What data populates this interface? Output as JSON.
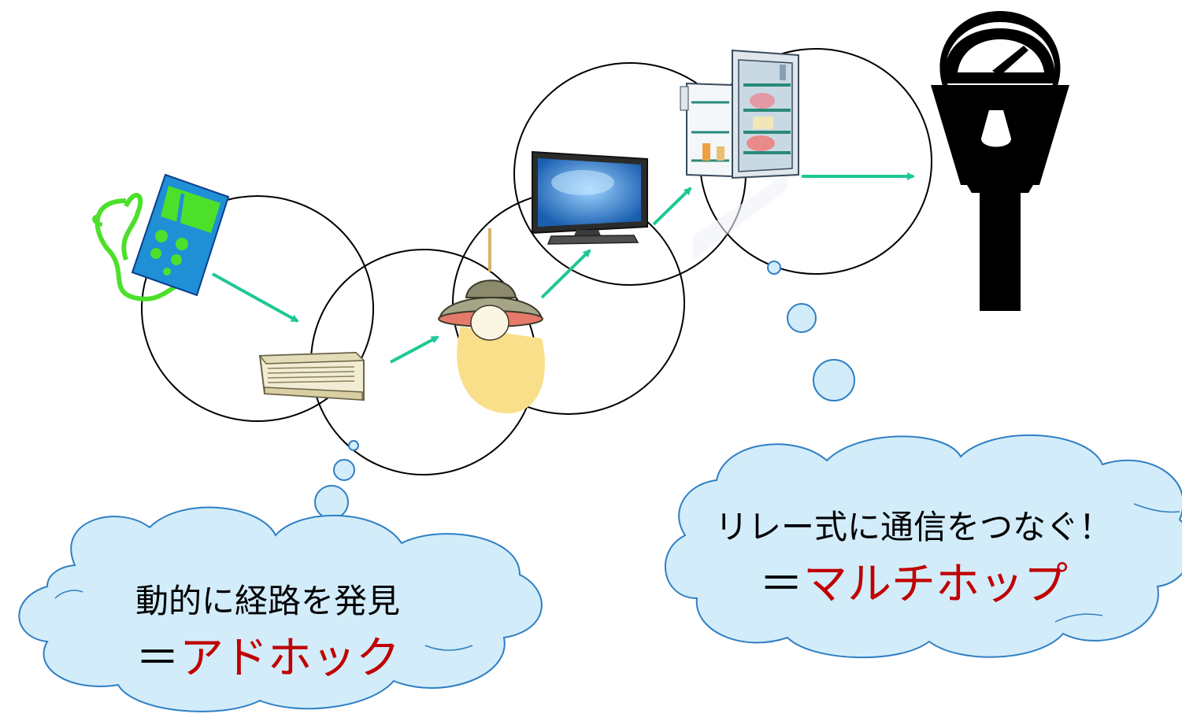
{
  "colors": {
    "arrow": "#1ec896",
    "cloud_fill": "#d2ecfa",
    "cloud_stroke": "#2f7fc4",
    "highlight_text": "#c00000",
    "circle_stroke": "#000000",
    "cordless_phone": "#1f8fd6",
    "lamp_glow": "#f9df8a",
    "meter": "#000000"
  },
  "devices": [
    {
      "id": "cordless-phone",
      "icon": "phone-icon"
    },
    {
      "id": "air-conditioner",
      "icon": "air-conditioner-icon"
    },
    {
      "id": "ceiling-lamp",
      "icon": "lamp-icon"
    },
    {
      "id": "television",
      "icon": "tv-icon"
    },
    {
      "id": "refrigerator",
      "icon": "refrigerator-icon"
    },
    {
      "id": "smart-meter",
      "icon": "meter-icon"
    }
  ],
  "clouds": {
    "left": {
      "line1": "動的に経路を発見",
      "prefix": "＝",
      "highlight": "アドホック"
    },
    "right": {
      "line1": "リレー式に通信をつなぐ！",
      "prefix": "＝",
      "highlight": "マルチホップ"
    }
  }
}
